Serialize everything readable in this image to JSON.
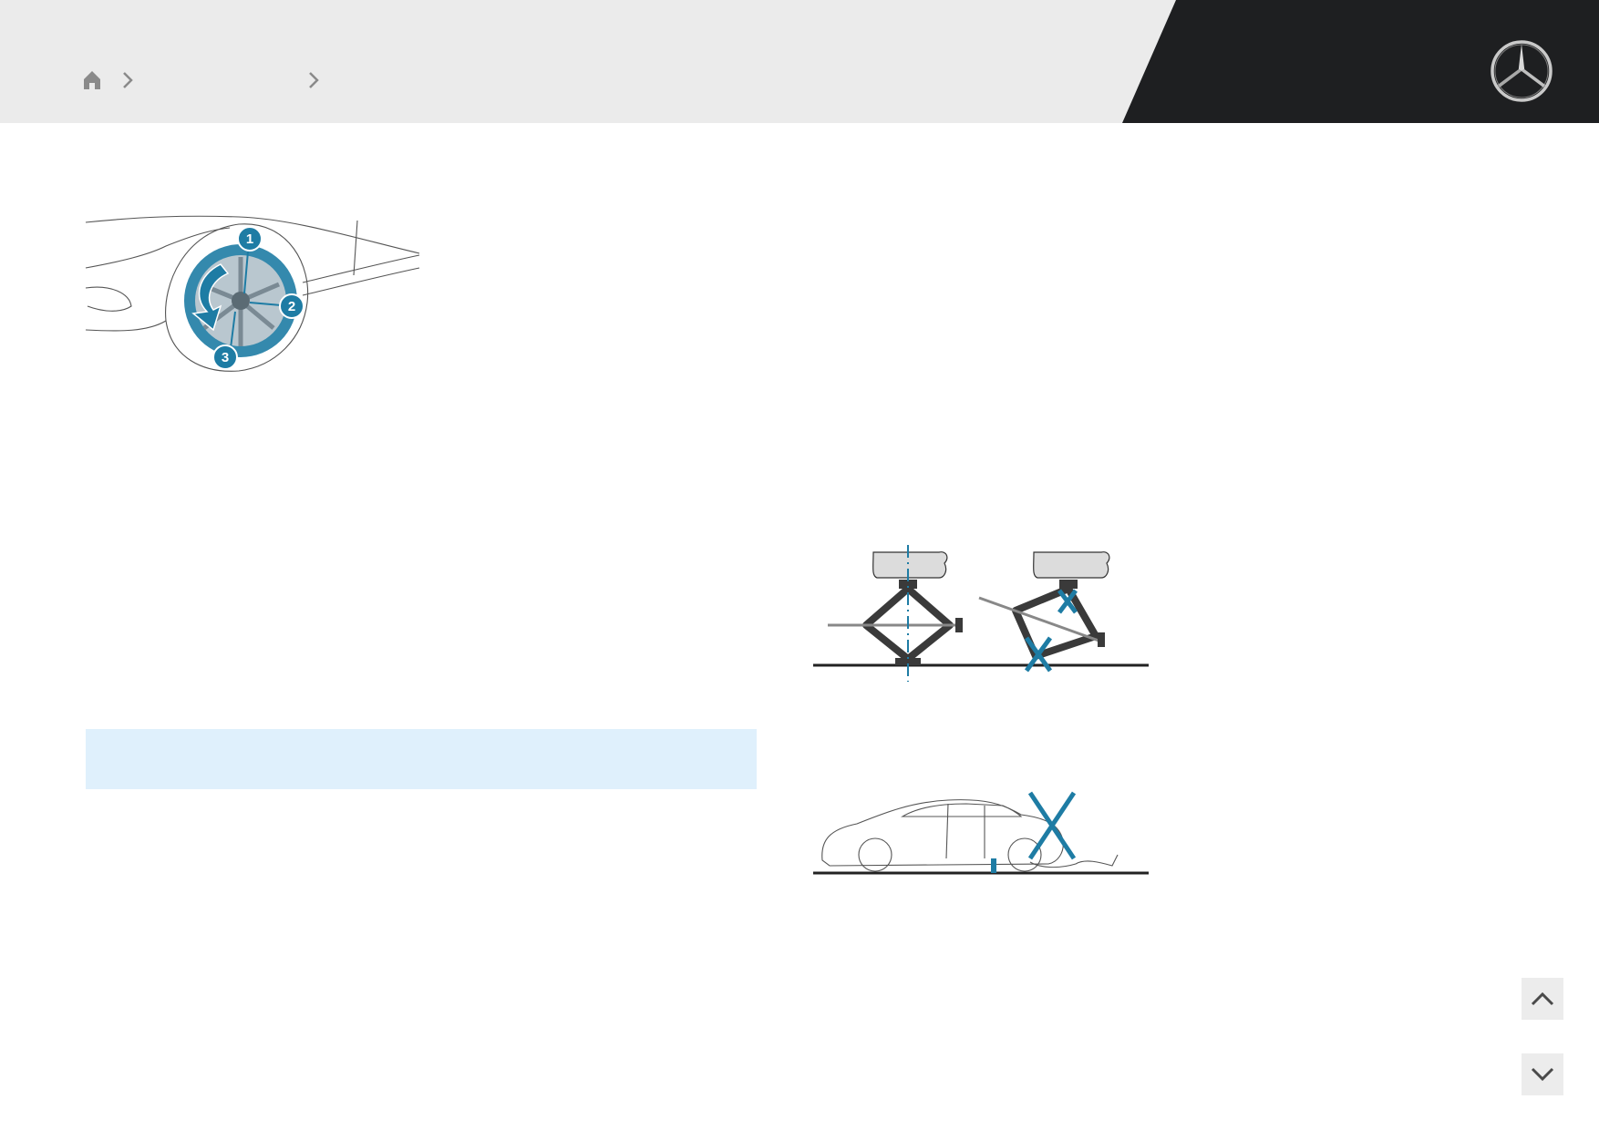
{
  "header": {
    "breadcrumb": [
      {
        "icon": "home-icon",
        "label": ""
      },
      {
        "label": ""
      },
      {
        "label": ""
      }
    ],
    "logo": "mercedes-star-icon",
    "colors": {
      "light": "#ebebeb",
      "dark": "#1e1f21"
    }
  },
  "figures": {
    "wheel": {
      "callouts": [
        "1",
        "2",
        "3"
      ],
      "accent": "#1e7ca4"
    },
    "jack": {
      "markers": [
        "correct-centerline",
        "incorrect-tilted"
      ]
    },
    "under_car": {
      "markers": [
        "no-person-under-vehicle"
      ]
    }
  },
  "note": {
    "text": "",
    "color": "#dff0fc"
  },
  "navigation": {
    "up": "chevron-up-icon",
    "down": "chevron-down-icon"
  }
}
